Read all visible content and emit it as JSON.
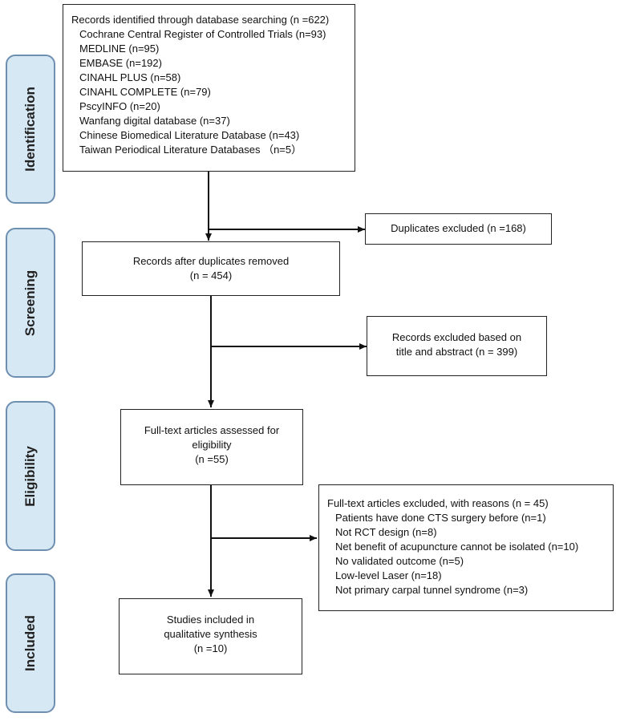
{
  "phases": {
    "identification": "Identification",
    "screening": "Screening",
    "eligibility": "Eligibility",
    "included": "Included"
  },
  "identified": {
    "title": "Records identified through database searching (n =622)",
    "sources": [
      "Cochrane Central Register of Controlled Trials (n=93)",
      "MEDLINE (n=95)",
      "EMBASE (n=192)",
      "CINAHL PLUS (n=58)",
      "CINAHL COMPLETE (n=79)",
      "PscyINFO (n=20)",
      "Wanfang digital database (n=37)",
      "Chinese Biomedical Literature Database (n=43)",
      "Taiwan Periodical Literature Databases （n=5）"
    ]
  },
  "duplicates": {
    "text": "Duplicates excluded (n =168)"
  },
  "screened": {
    "line1": "Records after duplicates removed",
    "line2": "(n = 454)"
  },
  "excluded_title": {
    "line1": "Records excluded based on",
    "line2": "title and abstract (n = 399)"
  },
  "fulltext": {
    "line1": "Full-text articles assessed for",
    "line2": "eligibility",
    "line3": "(n =55)"
  },
  "excluded_fulltext": {
    "title": "Full-text articles excluded, with reasons (n = 45)",
    "reasons": [
      "Patients have done CTS surgery before (n=1)",
      "Not RCT design (n=8)",
      "Net benefit of acupuncture cannot be isolated (n=10)",
      "No validated outcome (n=5)",
      "Low-level Laser (n=18)",
      "Not primary carpal tunnel syndrome (n=3)"
    ]
  },
  "included": {
    "line1": "Studies included in",
    "line2": "qualitative synthesis",
    "line3": "(n =10)"
  }
}
